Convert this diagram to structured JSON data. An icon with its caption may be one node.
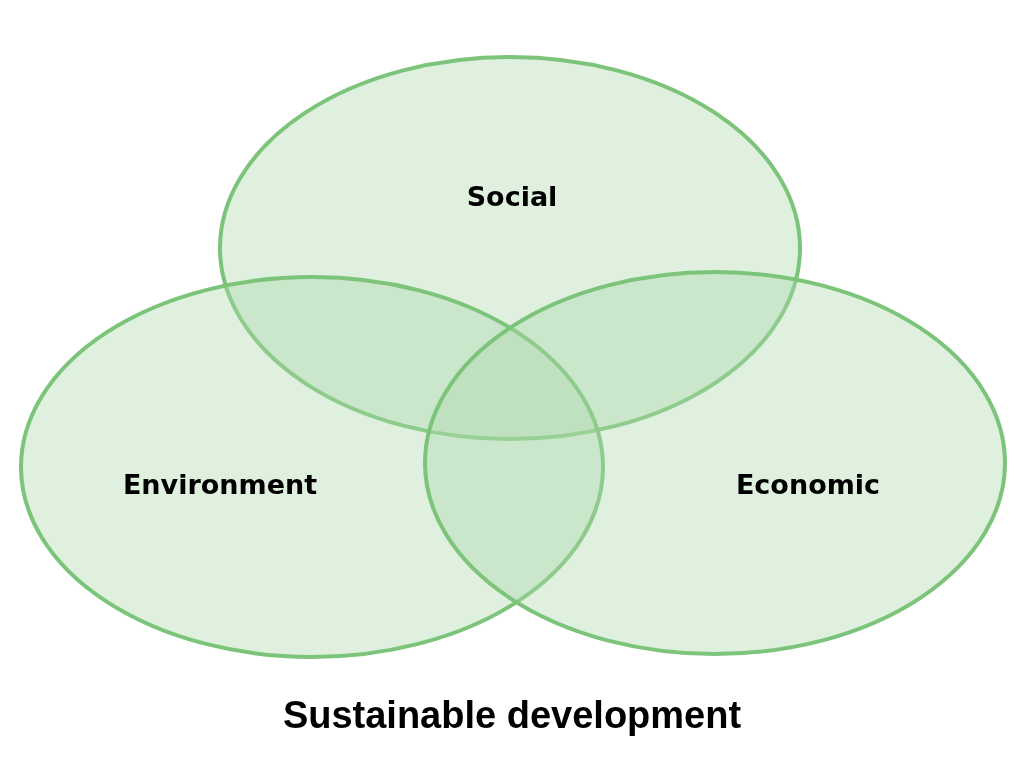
{
  "diagram": {
    "caption": "Sustainable development",
    "nodes": [
      {
        "text": [
          "Social"
        ]
      },
      {
        "text": [
          "Environment"
        ]
      },
      {
        "text": [
          "Economic"
        ]
      }
    ]
  }
}
